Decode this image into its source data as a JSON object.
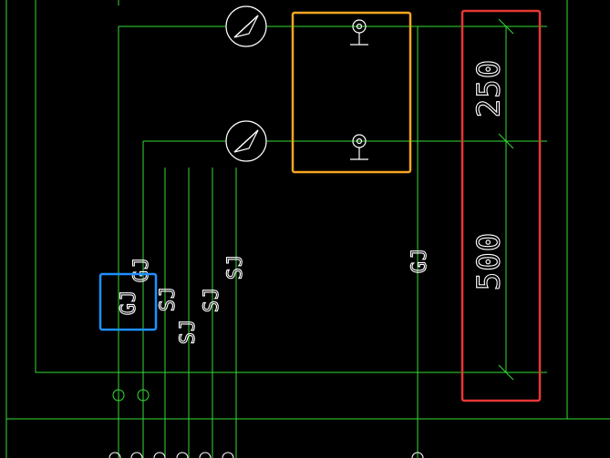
{
  "colors": {
    "background": "#000000",
    "grid_line": "#33dd33",
    "symbol": "#ffffff",
    "highlight_yellow": "#f5a623",
    "highlight_blue": "#1e90ff",
    "highlight_red": "#e53935"
  },
  "labels": {
    "gj_boxed": "GJ",
    "gj_upper": "GJ",
    "sj_1": "SJ",
    "sj_2": "SJ",
    "sj_3": "SJ",
    "sj_4": "SJ",
    "gj_right": "GJ"
  },
  "dimensions": {
    "dim_250": "250",
    "dim_500": "500"
  },
  "icons": {
    "meter_top": "pressure-gauge-icon",
    "meter_bottom": "pressure-gauge-icon",
    "valve_top": "valve-icon",
    "valve_bottom": "valve-icon"
  }
}
